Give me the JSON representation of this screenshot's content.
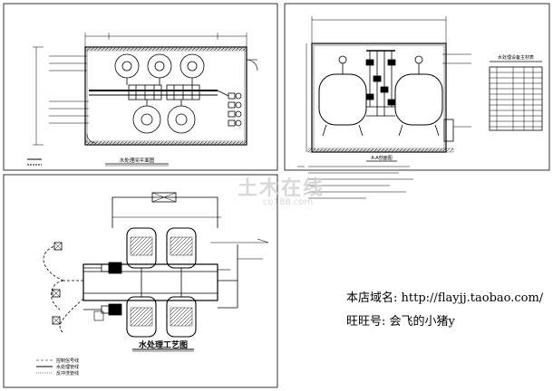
{
  "panels": {
    "floor_plan": {
      "title": "水处理间平面图"
    },
    "elevation": {
      "title": "A-A剖面图"
    },
    "process": {
      "title": "水处理工艺图",
      "legend": [
        "控制信号线",
        "水处理管线",
        "反冲洗管线"
      ]
    }
  },
  "equipment_table": {
    "title": "水处理设备主材表"
  },
  "shop": {
    "domain_label": "本店域名:",
    "domain_value": "http://flayjj.taobao.com/",
    "wangwang_label": "旺旺号:",
    "wangwang_value": "会飞的小猪y"
  },
  "watermark": {
    "main": "土木在线",
    "sub": "co188.com"
  }
}
